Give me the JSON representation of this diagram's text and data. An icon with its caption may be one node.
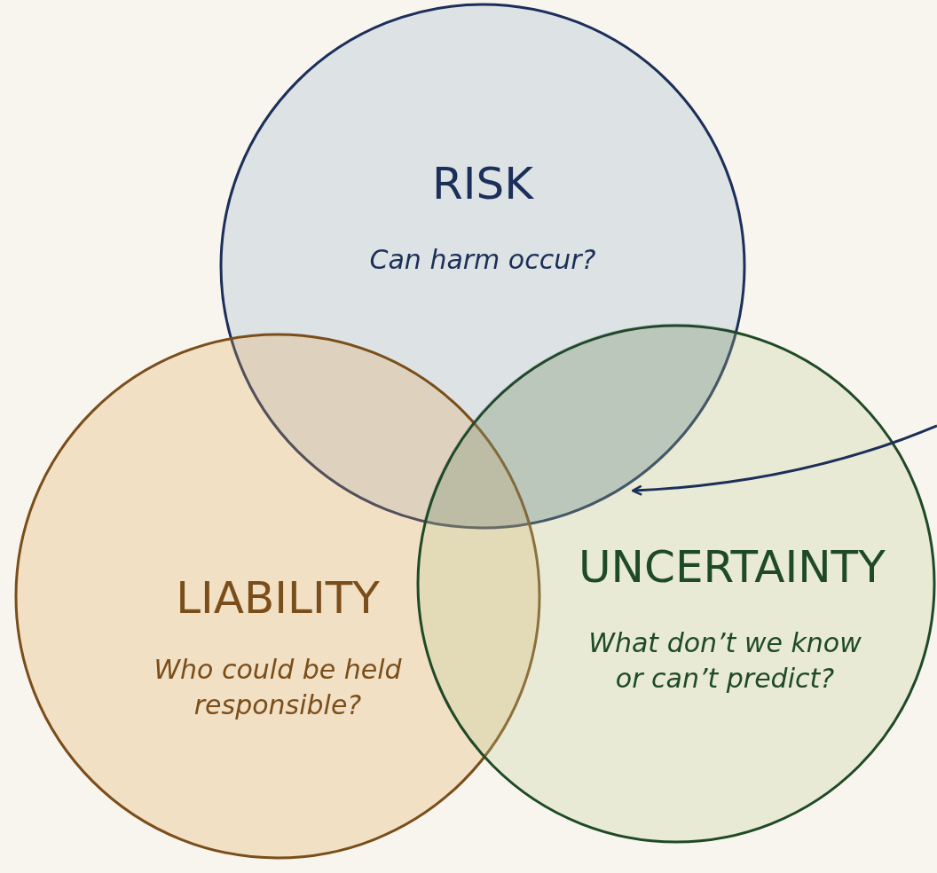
{
  "diagram": {
    "nodes": [
      {
        "text": [
          "RISK",
          "Can harm occur?"
        ]
      },
      {
        "text": [
          "LIABILITY",
          "Who could be held responsible?"
        ]
      },
      {
        "text": [
          "UNCERTAINTY",
          "What don’t we know or can’t predict?"
        ]
      },
      {
        "text": [],
        "shape": "lens"
      }
    ],
    "edges": [
      {
        "from": null,
        "to": 3,
        "arrow": "to"
      }
    ]
  }
}
